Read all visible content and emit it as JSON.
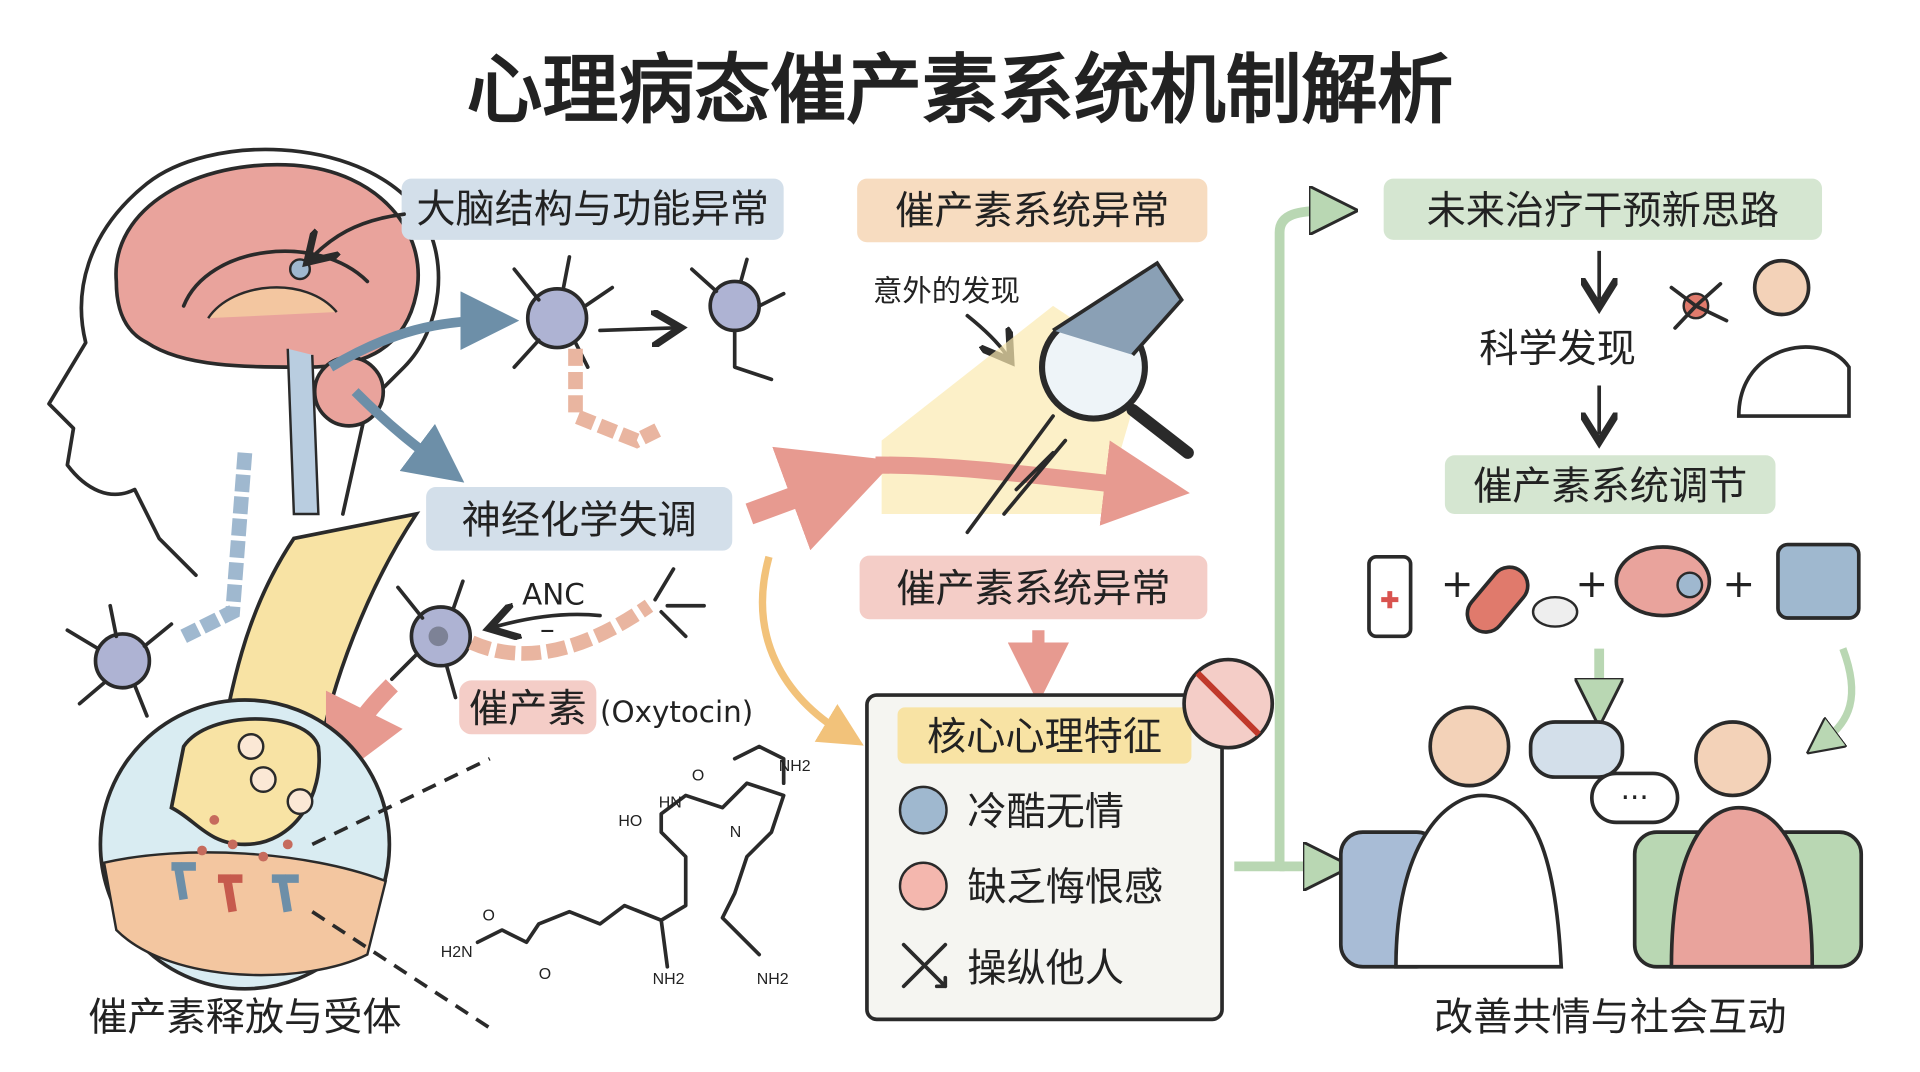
{
  "title": "心理病态催产素系统机制解析",
  "left": {
    "brain_label": "大脑结构与功能异常",
    "neurochem_label": "神经化学失调",
    "anc_label": "ANC",
    "anc_sign": "–",
    "oxytocin_cn": "催产素",
    "oxytocin_en": "(Oxytocin)",
    "release_label": "催产素释放与受体",
    "chem_labels": [
      "NH2",
      "HN",
      "O",
      "HO",
      "N",
      "H2N",
      "NH2",
      "NH2",
      "O",
      "O"
    ]
  },
  "center": {
    "abnormal_top": "催产素系统异常",
    "discovery": "意外的发现",
    "abnormal_mid": "催产素系统异常",
    "core_title": "核心心理特征",
    "traits": [
      {
        "icon": "cold-face-icon",
        "label": "冷酷无情"
      },
      {
        "icon": "angry-face-icon",
        "label": "缺乏悔恨感"
      },
      {
        "icon": "crossed-arrows-icon",
        "label": "操纵他人"
      }
    ]
  },
  "right": {
    "future_label": "未来治疗干预新思路",
    "science_label": "科学发现",
    "regulation_label": "催产素系统调节",
    "plus": "+",
    "outcome_label": "改善共情与社会互动",
    "chat_dots": "···"
  },
  "colors": {
    "blue_label": "#d3dfea",
    "orange_label": "#f7dcc0",
    "pink_label": "#f4cdc7",
    "green_label": "#d5e6d1",
    "yellow_label": "#f8e3a4",
    "arrow_pink": "#e79a90",
    "arrow_green": "#b9d7b3",
    "brain": "#e9a39c"
  }
}
